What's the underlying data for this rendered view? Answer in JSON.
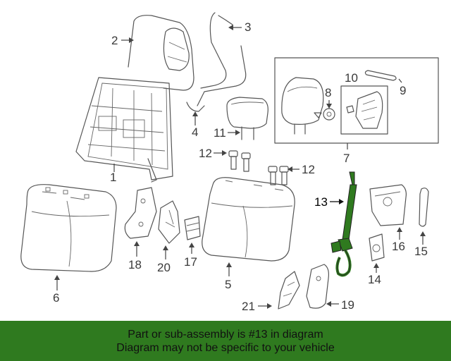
{
  "diagram": {
    "labels": {
      "p1": "1",
      "p2": "2",
      "p3": "3",
      "p4": "4",
      "p5": "5",
      "p6": "6",
      "p7": "7",
      "p8": "8",
      "p9": "9",
      "p10": "10",
      "p11": "11",
      "p12a": "12",
      "p12b": "12",
      "p13": "13",
      "p14": "14",
      "p15": "15",
      "p16": "16",
      "p17": "17",
      "p18": "18",
      "p19": "19",
      "p20": "20",
      "p21": "21"
    },
    "highlighted_part": "13",
    "highlight_color": "#2f7a1f"
  },
  "footer": {
    "line1": "Part or sub-assembly is #13 in diagram",
    "line2": "Diagram may not be specific to your vehicle",
    "background": "#2f7a1f"
  }
}
